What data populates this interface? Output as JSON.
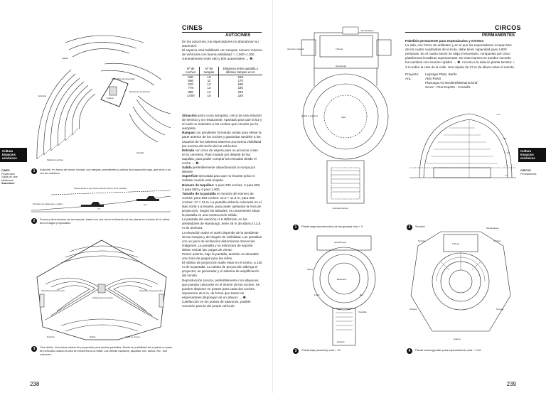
{
  "left": {
    "title": "CINES",
    "subtitle": "AUTOCINES",
    "page_number": "238",
    "side_tab": [
      "Cultura",
      "Espacios",
      "escénicos"
    ],
    "side_index": {
      "heading": "CINES",
      "items": [
        "Proyección",
        "Salas de cine",
        "Multicines"
      ],
      "active": "Autocines"
    },
    "fig1": {
      "num": "1",
      "caption": "Autocine, en forma de sector circular, con rampas coincidentes y cabina de proyección baja, que sirve a su vez de cafetería.",
      "labels": {
        "salida": "Salida",
        "superficie": "Superficie de proyección",
        "entrada": "Entrada",
        "cabina": "Cabina",
        "rampa": "Rampa de proyección",
        "taquilla": "Taquilla",
        "salida2": "Salida de coches"
      }
    },
    "fig2": {
      "num": "2",
      "caption": "Forma y dimensiones de las rampas; basta con una cierta inclinación de las plazas en función de la altura de la imagen proyectada",
      "labels": {
        "visual": "Visual desde el ojo hasta el borde inferior de la pantalla",
        "suelo": "Posición con altavoces y cables",
        "dim1": "7,5",
        "dim2": "2,5"
      }
    },
    "fig3": {
      "num": "3",
      "caption": "Cine doble. Una única cabina de proyección para ambas pantallas. Existe la posibilidad de emplear un pase de películas cuando la otra se encuentra a la mitad. Los demás espacios, taquillas, bar, aseos, etc., son comunes.",
      "labels": {
        "sup1": "Superficie de proyección",
        "sup2": "Superficie de proyección",
        "cabina": "Cabina de proyección",
        "entrada": "Entrada",
        "salida": "Salida",
        "zona": "Zona de acceso"
      }
    },
    "col1": [
      "En los autocines, los espectadores no abandonan su automóvil.",
      "El espacio está habilitado con rampas; número máximo de vehículos con buena visibilidad: ≈ 1.000–1.300. Generalmente entre 450 y 500 automóviles → ❶."
    ],
    "table": {
      "headers": [
        "Nº de coches",
        "Nº de rampas",
        "Distancia entre pantalla y últimas rampas en m"
      ],
      "rows": [
        [
          "500",
          "10",
          "158"
        ],
        [
          "586",
          "11",
          "170"
        ],
        [
          "670",
          "12",
          "180"
        ],
        [
          "778",
          "13",
          "195"
        ],
        [
          "886",
          "14",
          "210"
        ],
        [
          "1.000",
          "15",
          "225"
        ]
      ]
    },
    "col2": [
      {
        "lead": "Situación",
        "text": " junto a una autopista, cerca de una estación de servicio y un restaurante. Apartado para que la luz y el ruido no molesten a los coches que circulan por la autopista."
      },
      {
        "lead": "Rampas",
        "text": " con pendiente formando ondas para elevar la parte anterior de los coches y garantizar también a los usuarios de los asientos traseros una buena visibilidad por encima del techo de los vehículos."
      },
      {
        "lead": "Entrada",
        "text": " con zona de espera para no provocar colas en la carretera. Paso rodado por delante de las taquillas, para poder comprar las entradas desde el coche → ❷."
      },
      {
        "lead": "Salida",
        "text": " preferiblemente abandonando la rampa por delante."
      },
      {
        "lead": "Superficie",
        "text": " ejecutada para que no levante polvo ni resbale cuando está mojada."
      },
      {
        "lead": "Número de taquillas:",
        "text": " 1 para 300 coches, 2 para 600, 3 para 800 y 4 para 1.000."
      },
      {
        "lead": "Tamaño de la pantalla",
        "text": " en función del número de coches; para 650 coches: 14,5 × 11,3 m, para 950 coches: 17 × 13 m. La pantalla debería colocarse en el lado norte o a levante, para poder adelantar la hora de proyección. Según las latitudes, es conveniente situar la pantalla en una construcción sólida."
      },
      {
        "lead": "",
        "text": "La pantalla del autocine H-H Billbrook, en los alrededores de Hamburgo, tiene 36 m de altura y 13,5 m de anchura."
      },
      {
        "lead": "",
        "text": "La elevación sobre el suelo depende de la pendiente de las rampas y del ángulo de visibilidad. Las pantallas con un poco de inclinación distorsionan menos las imágenes. La pantalla y su estructura de soporte deben resistir las cargas de viento."
      },
      {
        "lead": "",
        "text": "Primer asiento, bajo la pantalla, también es deseable una zona de juegos para los niños."
      },
      {
        "lead": "",
        "text": "El edificio de proyección suele estar en el centro, a 120 m de la pantalla. La cabina de proyección alberga el proyector, un generador y el sistema de amplificación del sonido."
      },
      {
        "lead": "",
        "text": "Reproducción sonora, preferiblemente con altavoces que puedan colocarse en el interior de los coches. Se pueden disponer en postes para cada dos coches, separación de 5 m, de forma que todos los espectadores dispongan de un altavoz → ❷."
      },
      {
        "lead": "",
        "text": "Calefacción en los postes de altavoces, posible conexión para la del propio vehículo."
      }
    ]
  },
  "right": {
    "title": "CIRCOS",
    "subtitle": "PERMANENTES",
    "page_number": "239",
    "side_tab": [
      "Cultura",
      "Espacios",
      "escénicos"
    ],
    "side_index": {
      "heading": "CIRCOS",
      "active": "Permanentes"
    },
    "intro_title": "Pabellón permanente para espectáculos y eventos",
    "intro_text": "La sala, con forma de anfiteatro y en el que los espectadores ocupan tres de los cuatro cuadrantes del círculo, debe tener capacidad para 1.800 personas. En el cuarto sector se aloja el escenario, compuesto por cinco plataformas levadizas superpuestas. De esta manera se pueden suceder los cambios con enorme rapidez → ❸. Acceso a la sala en planta terraza: + 3 m sobre la cota de la calle. Una cúpula de 27 m de altura cubre el recinto.",
    "credits": [
      {
        "k": "Proyecto:",
        "v": "Leipziger Platz, Berlín"
      },
      {
        "k": "Arq.:",
        "v": "Aldo Rossi"
      },
      {
        "k": "",
        "v": "Planungs AG Neufert/Mittmann/Graf"
      },
      {
        "k": "",
        "v": "Score - Plus Experts - Consells"
      }
    ],
    "fig1": {
      "num": "1",
      "caption": "Planta segunda estructura de las gradas) cota + 9",
      "labels": {
        "montacargas": "Montacargas",
        "almacen": "Almacén material",
        "tribuna": "Tribuna",
        "distribuidor": "Distribuidor",
        "salida": "Salida a escalera",
        "entrada": "Entrada cubierta",
        "sala": "Sala"
      }
    },
    "fig2": {
      "num": "2",
      "caption": "Sección",
      "labels": {
        "l1": "+ 27",
        "l2": "+ 19",
        "l3": "+ 14",
        "l4": "+ 9",
        "l5": "± 0"
      }
    },
    "fig3": {
      "num": "3",
      "caption": "Planta baja (accesos) cota + 13",
      "labels": {
        "guardarropa": "Guardarropa",
        "escenario": "Escenario",
        "foyer": "Foyer",
        "taquillas": "Taquillas",
        "entrada": "Entrada",
        "bar": "Bar",
        "aseos": "Aseos"
      }
    },
    "fig4": {
      "num": "4",
      "caption": "Planta cuarta (gradas para espectadores) cota + 19,5",
      "labels": {
        "montacargas": "Montacargas",
        "terraza1": "Terraza",
        "terraza2": "Terraza",
        "terraza3": "Terraza",
        "terraza4": "Terraza",
        "galeria": "Galería",
        "tribuna": "Tribuna"
      }
    }
  }
}
